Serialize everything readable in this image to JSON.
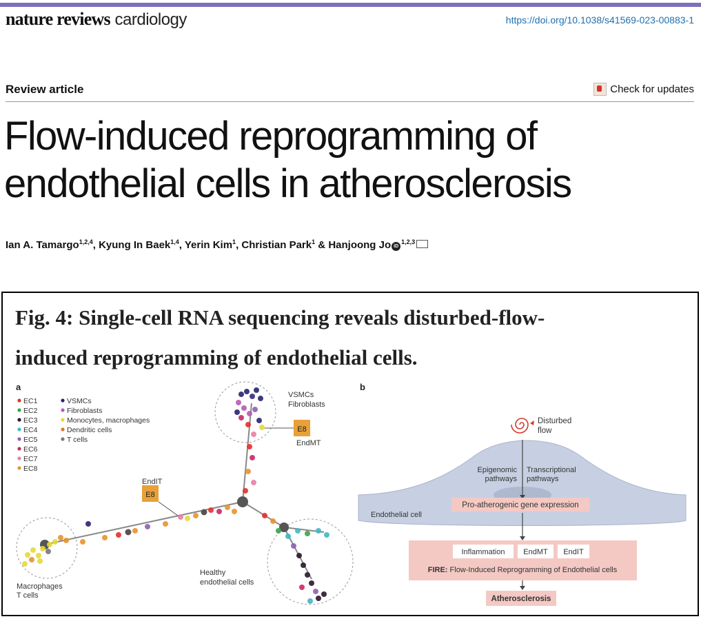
{
  "header": {
    "journal_bold": "nature reviews",
    "journal_light": "cardiology",
    "doi": "https://doi.org/10.1038/s41569-023-00883-1"
  },
  "article": {
    "type": "Review article",
    "check_updates": "Check for updates",
    "title_line1": "Flow-induced reprogramming of",
    "title_line2": "endothelial cells in atherosclerosis",
    "authors": [
      {
        "name": "Ian A. Tamargo",
        "aff": "1,2,4",
        "sep": ", "
      },
      {
        "name": "Kyung In Baek",
        "aff": "1,4",
        "sep": ", "
      },
      {
        "name": "Yerin Kim",
        "aff": "1",
        "sep": ", "
      },
      {
        "name": "Christian Park",
        "aff": "1",
        "sep": " & "
      },
      {
        "name": "Hanjoong Jo",
        "aff": "1,2,3",
        "sep": ""
      }
    ]
  },
  "figure": {
    "title_line1": "Fig. 4: Single-cell RNA sequencing reveals disturbed-flow-",
    "title_line2": "induced reprogramming of endothelial cells.",
    "panel_a": {
      "label": "a",
      "legend_left": [
        {
          "name": "EC1",
          "color": "#e4302a"
        },
        {
          "name": "EC2",
          "color": "#3ca24a"
        },
        {
          "name": "EC3",
          "color": "#2a1730"
        },
        {
          "name": "EC4",
          "color": "#44b6c4"
        },
        {
          "name": "EC5",
          "color": "#8f62b4"
        },
        {
          "name": "EC6",
          "color": "#c72a6a"
        },
        {
          "name": "EC7",
          "color": "#ea7fa2"
        },
        {
          "name": "EC8",
          "color": "#e8932e"
        }
      ],
      "legend_right": [
        {
          "name": "VSMCs",
          "color": "#2a2470"
        },
        {
          "name": "Fibroblasts",
          "color": "#b95ab2"
        },
        {
          "name": "Monocytes, macrophages",
          "color": "#e6da3a"
        },
        {
          "name": "Dendritic cells",
          "color": "#d97a2a"
        },
        {
          "name": "T cells",
          "color": "#7a7a7a"
        }
      ],
      "cluster_vsmc": "VSMCs",
      "cluster_fib": "Fibroblasts",
      "e8_top": "E8",
      "endmt": "EndMT",
      "endit": "EndIT",
      "e8_left": "E8",
      "macrophages": "Macrophages",
      "tcells": "T cells",
      "healthy1": "Healthy",
      "healthy2": "endothelial cells"
    },
    "panel_b": {
      "label": "b",
      "disturbed1": "Disturbed",
      "disturbed2": "flow",
      "epi1": "Epigenomic",
      "epi2": "pathways",
      "trans1": "Transcriptional",
      "trans2": "pathways",
      "pro": "Pro-atherogenic gene expression",
      "endo": "Endothelial cell",
      "inflammation": "Inflammation",
      "endmt": "EndMT",
      "endit": "EndIT",
      "fire_lead": "FIRE:",
      "fire_text": " Flow-Induced Reprogramming of Endothelial cells",
      "athero": "Atherosclerosis"
    }
  }
}
